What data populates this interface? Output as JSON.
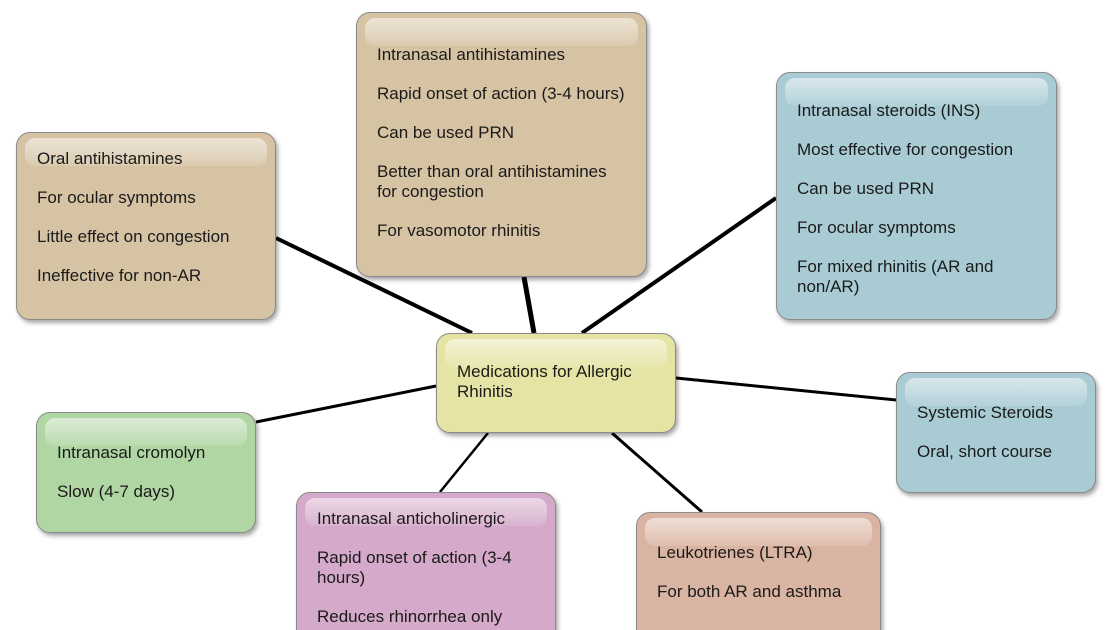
{
  "diagram": {
    "center": {
      "title": "Medications for Allergic Rhinitis",
      "color": "#e5e4a4"
    },
    "branches": {
      "oral_antihistamines": {
        "title": "Oral antihistamines",
        "items": [
          "For ocular symptoms",
          "Little effect on congestion",
          "Ineffective for non-AR"
        ],
        "color": "#d6c3a4"
      },
      "intranasal_antihistamines": {
        "title": "Intranasal antihistamines",
        "items": [
          "Rapid onset of action (3-4 hours)",
          "Can be used PRN",
          "Better than oral antihistamines for congestion",
          "For vasomotor rhinitis"
        ],
        "color": "#d6c3a4"
      },
      "intranasal_steroids": {
        "title": "Intranasal steroids (INS)",
        "items": [
          "Most effective for congestion",
          "Can be used PRN",
          "For ocular symptoms",
          "For mixed rhinitis (AR and non/AR)"
        ],
        "color": "#a9cbd4"
      },
      "intranasal_cromolyn": {
        "title": "Intranasal cromolyn",
        "items": [
          "Slow (4-7 days)"
        ],
        "color": "#b0d6a4"
      },
      "systemic_steroids": {
        "title": "Systemic Steroids",
        "items": [
          "Oral, short course"
        ],
        "color": "#a9cbd4"
      },
      "intranasal_anticholinergic": {
        "title": "Intranasal anticholinergic",
        "items": [
          "Rapid onset of action (3-4 hours)",
          "Reduces rhinorrhea only"
        ],
        "color": "#d4a9c9"
      },
      "leukotrienes": {
        "title": "Leukotrienes (LTRA)",
        "items": [
          "For both AR and asthma"
        ],
        "color": "#dab4a2"
      }
    },
    "connector_color": "#000000"
  }
}
